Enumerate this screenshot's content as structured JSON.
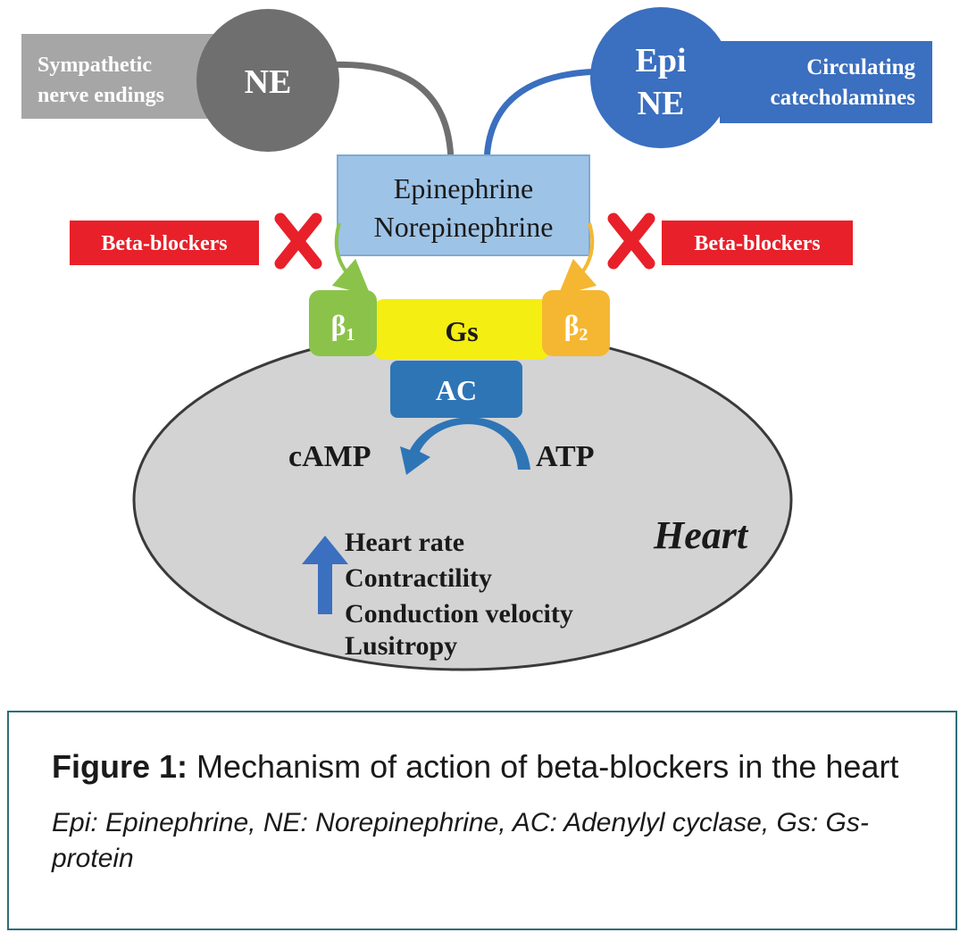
{
  "sympathetic": {
    "label_line1": "Sympathetic",
    "label_line2": "nerve endings",
    "circle": "NE",
    "color": "#6f6f6f",
    "box_color": "#a6a6a6"
  },
  "circulating": {
    "label_line1": "Circulating",
    "label_line2": "catecholamines",
    "circle_line1": "Epi",
    "circle_line2": "NE",
    "color": "#3b6fbf",
    "box_color": "#3b6fbf"
  },
  "hormones_box": {
    "line1": "Epinephrine",
    "line2": "Norepinephrine",
    "color": "#9dc3e6"
  },
  "beta_blockers": {
    "left": "Beta-blockers",
    "right": "Beta-blockers",
    "color": "#e8202a",
    "x_icon": "cross-icon"
  },
  "receptors": {
    "beta1": {
      "symbol": "β",
      "sub": "1",
      "color": "#8bc34a"
    },
    "gs": {
      "label": "Gs",
      "color": "#f5ee12"
    },
    "beta2": {
      "symbol": "β",
      "sub": "2",
      "color": "#f5b731"
    }
  },
  "enzyme": {
    "label": "AC",
    "color": "#2e75b6"
  },
  "reaction": {
    "product": "cAMP",
    "substrate": "ATP",
    "arrow_color": "#2e75b6"
  },
  "heart": {
    "label": "Heart",
    "color": "#d3d3d3"
  },
  "effects": {
    "arrow_icon": "up-arrow-icon",
    "items": [
      "Heart rate",
      "Contractility",
      "Conduction velocity",
      "Lusitropy"
    ]
  },
  "caption": {
    "title_lead": "Figure 1:",
    "title_rest": " Mechanism of action of beta-blockers in the heart",
    "legend": "Epi: Epinephrine, NE: Norepinephrine, AC: Adenylyl cyclase, Gs: Gs-protein"
  }
}
